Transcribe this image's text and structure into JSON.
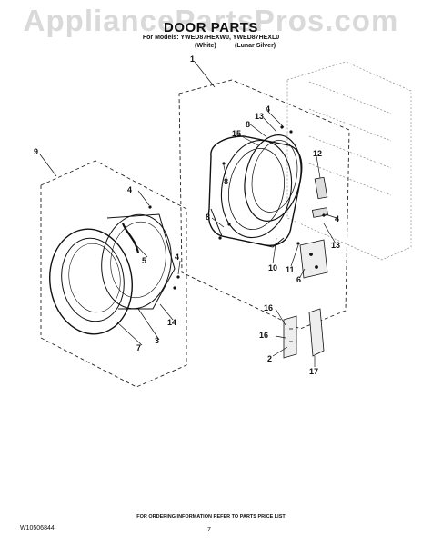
{
  "header": {
    "watermark": "AppliancePartsPros.com",
    "title": "DOOR PARTS",
    "models": "For Models: YWED87HEXW0, YWED87HEXL0",
    "variant_white": "(White)",
    "variant_lunar": "(Lunar Silver)"
  },
  "callouts": {
    "c1": "1",
    "c2": "2",
    "c3": "3",
    "c4a": "4",
    "c4b": "4",
    "c4c": "4",
    "c4d": "4",
    "c5": "5",
    "c6": "6",
    "c7": "7",
    "c8a": "8",
    "c8b": "8",
    "c8c": "8",
    "c9": "9",
    "c10": "10",
    "c11": "11",
    "c12": "12",
    "c13a": "13",
    "c13b": "13",
    "c14": "14",
    "c15": "15",
    "c16a": "16",
    "c16b": "16",
    "c17": "17"
  },
  "footer": {
    "note": "FOR ORDERING INFORMATION REFER TO PARTS PRICE LIST",
    "doc_number": "W10506844",
    "page_number": "7"
  }
}
